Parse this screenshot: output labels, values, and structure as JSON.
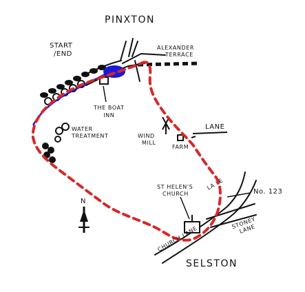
{
  "places": {
    "north_village": "PINXTON",
    "south_village": "SELSTON"
  },
  "start": {
    "line1": "START",
    "line2": "/END"
  },
  "alexander": {
    "line1": "ALEXANDER",
    "line2": "TERRACE"
  },
  "boat_inn": {
    "line1": "THE BOAT",
    "line2": "INN"
  },
  "water": {
    "line1": "WATER",
    "line2": "TREATMENT"
  },
  "windmill": {
    "line1": "WIND",
    "line2": "MILL"
  },
  "farm": "FARM",
  "lane": "LANE",
  "church": {
    "line1": "ST HELEN'S",
    "line2": "CHURCH"
  },
  "church_lane": "CHURCH LANE",
  "stoney_lane": {
    "line1": "STONEY",
    "line2": "LANE"
  },
  "la_le": "LA LE",
  "house_number": "No. 123",
  "north_arrow": "N",
  "colors": {
    "route": "#d62828",
    "canal": "#1a1ad6",
    "ink": "#111111",
    "pond": "#1a1ad6"
  }
}
